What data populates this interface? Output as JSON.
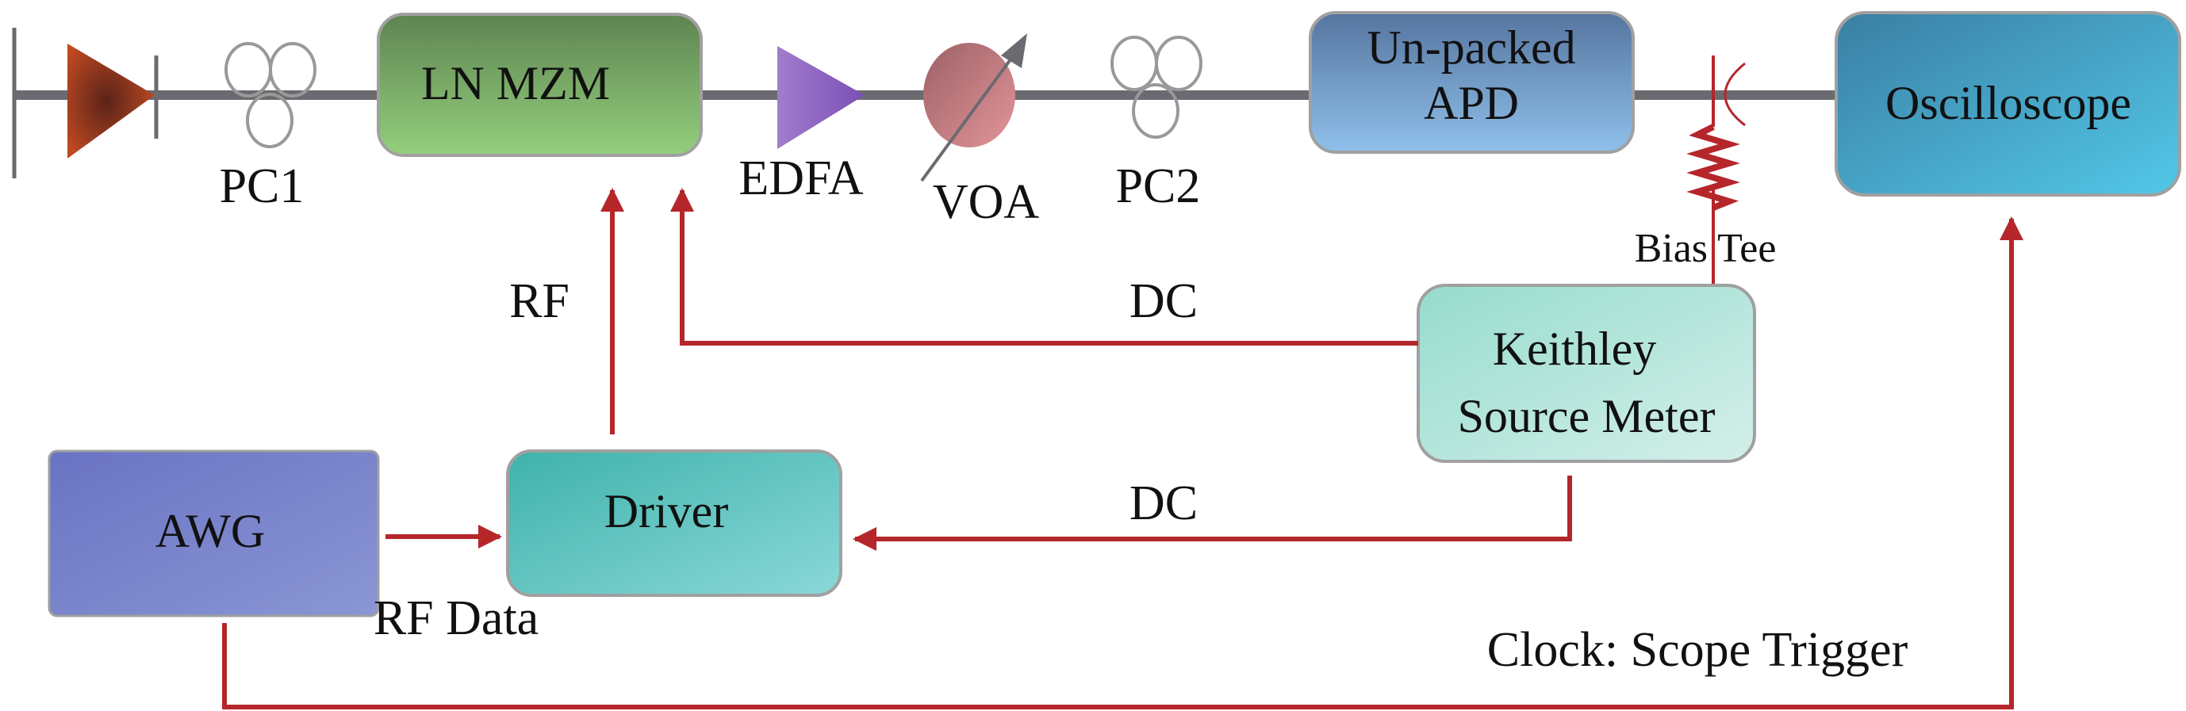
{
  "colors": {
    "fiber": "#6b6a70",
    "electrical": "#b5262b",
    "laser": "#b3441f",
    "mzm": "#79b06a",
    "edfa": "#8e5fc0",
    "voa": "#c98085",
    "apd": "#6d9bd0",
    "oscilloscope": "#3f9cc8",
    "keithley": "#a9e0d3",
    "driver": "#5ec4c0",
    "awg": "#7b87cc"
  },
  "components": {
    "pc1": "PC1",
    "mzm": "LN MZM",
    "edfa": "EDFA",
    "voa": "VOA",
    "pc2": "PC2",
    "apd_line1": "Un-packed",
    "apd_line2": "APD",
    "oscilloscope": "Oscilloscope",
    "bias_tee": "Bias Tee",
    "keithley_line1": "Keithley",
    "keithley_line2": "Source Meter",
    "driver": "Driver",
    "awg": "AWG"
  },
  "signals": {
    "rf": "RF",
    "dc_mzm": "DC",
    "dc_driver": "DC",
    "rf_data": "RF Data",
    "clock": "Clock: Scope Trigger"
  }
}
